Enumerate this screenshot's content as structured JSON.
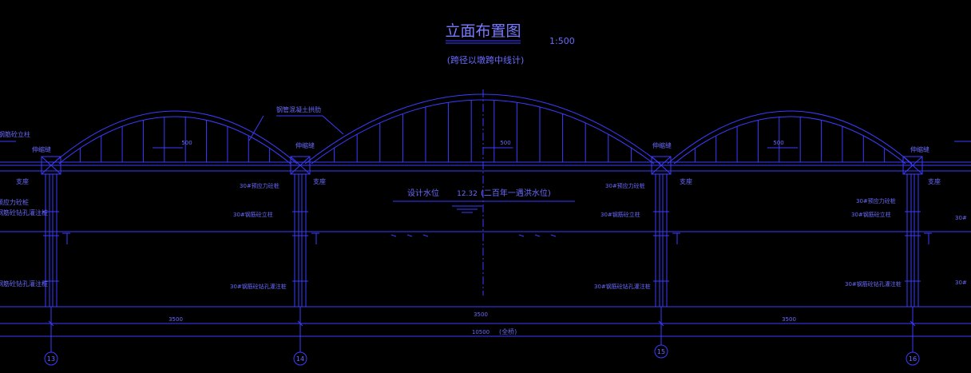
{
  "title": "立面布置图",
  "scale": "1:500",
  "subtitle": "(跨径以墩跨中线计)",
  "labels": {
    "arch_rib": "钢管混凝土拱肋",
    "flood_level_label": "设计水位",
    "flood_level_value": "12.32",
    "flood_level_note": "(二百年一遇洪水位)",
    "expansion_joint": "伸缩缝",
    "bearing": "支座",
    "pile_detail_a": "30#预应力砼桩",
    "pile_detail_b": "30#钢筋砼立柱",
    "pile_detail_c": "30#钢筋砼钻孔灌注桩",
    "left_partial_a": "钢筋砼立柱",
    "left_partial_b": "钢筋砼钻孔灌注桩",
    "left_partial_c": "预应力砼桩",
    "right_partial": "30#",
    "hanger_spacing": "500",
    "span_left": "3500",
    "span_mid": "3500",
    "span_right": "3500",
    "total_length": "10500",
    "total_note": "(全桥)"
  },
  "pier_numbers": [
    "13",
    "14",
    "15",
    "16"
  ],
  "colors": {
    "background": "#000000",
    "line": "#3b3bff",
    "text": "#6a6aff",
    "title": "#7a7aff"
  }
}
